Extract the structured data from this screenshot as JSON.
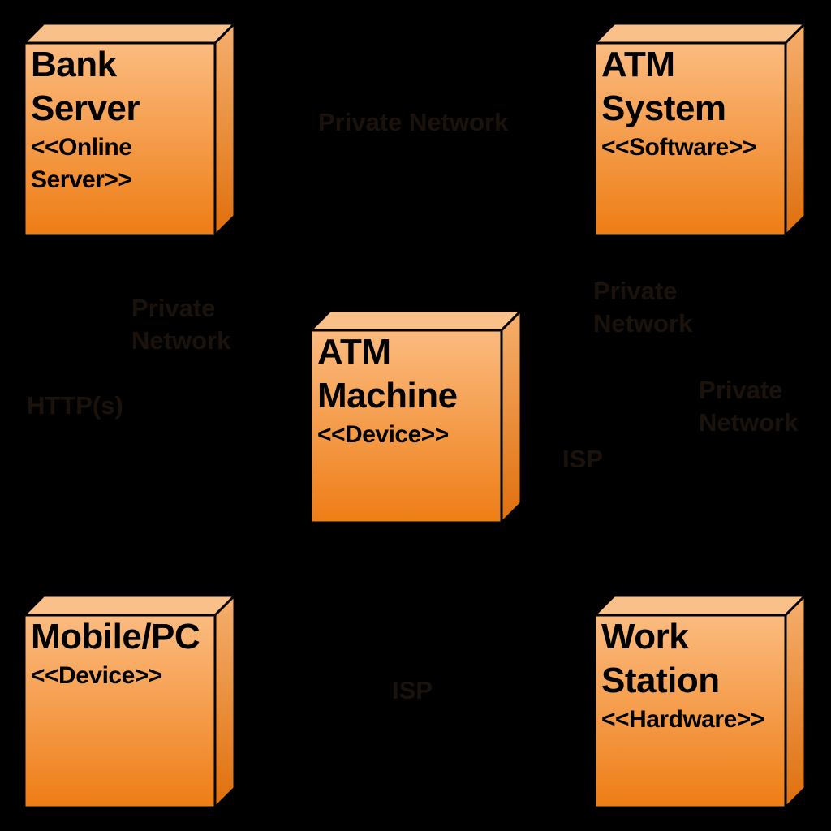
{
  "diagram": {
    "type": "uml-deployment-diagram",
    "nodes": [
      {
        "name": "bank-server",
        "title_lines": [
          "Bank",
          "Server"
        ],
        "stereotype_lines": [
          "<<Online",
          "Server>>"
        ]
      },
      {
        "name": "atm-system",
        "title_lines": [
          "ATM",
          "System"
        ],
        "stereotype_lines": [
          "<<Software>>"
        ]
      },
      {
        "name": "atm-machine",
        "title_lines": [
          "ATM",
          "Machine"
        ],
        "stereotype_lines": [
          "<<Device>>"
        ]
      },
      {
        "name": "mobile-pc",
        "title_lines": [
          "Mobile/PC"
        ],
        "stereotype_lines": [
          "<<Device>>"
        ]
      },
      {
        "name": "work-station",
        "title_lines": [
          "Work",
          "Station"
        ],
        "stereotype_lines": [
          "<<Hardware>>"
        ]
      }
    ],
    "edge_labels": [
      {
        "name": "private-network-top",
        "lines": [
          "Private Network"
        ]
      },
      {
        "name": "private-network-left",
        "lines": [
          "Private",
          "Network"
        ]
      },
      {
        "name": "private-network-right-upper",
        "lines": [
          "Private",
          "Network"
        ]
      },
      {
        "name": "http-s",
        "lines": [
          "HTTP(s)"
        ]
      },
      {
        "name": "private-network-right-lower",
        "lines": [
          "Private",
          "Network"
        ]
      },
      {
        "name": "isp-right",
        "lines": [
          "ISP"
        ]
      },
      {
        "name": "isp-bottom",
        "lines": [
          "ISP"
        ]
      }
    ],
    "colors": {
      "background": "#000000",
      "box_front_top": "#FBBB80",
      "box_front_bottom": "#EE7D15",
      "box_top_face": "#FAC08A",
      "box_side_top": "#F5AF6E",
      "box_side_bottom": "#DF6F0D",
      "outline": "#000000",
      "node_text": "#000000",
      "edge_label_text": "#1B120C",
      "edge_line": "#000000"
    }
  }
}
